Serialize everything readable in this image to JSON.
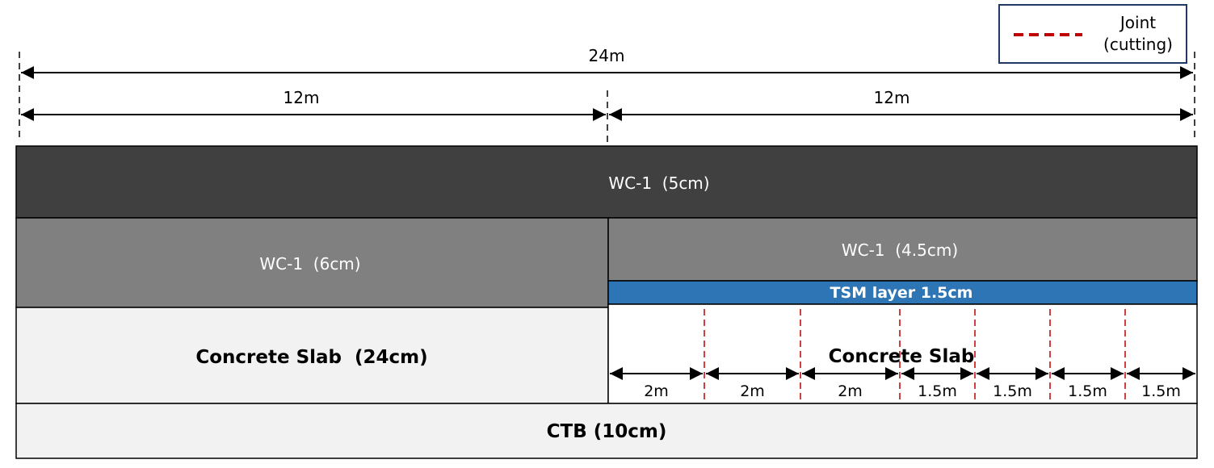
{
  "legend": {
    "joint_label_line1": "Joint",
    "joint_label_line2": "(cutting)",
    "joint_color": "#c00000"
  },
  "dimensions": {
    "total": "24m",
    "left_half": "12m",
    "right_half": "12m"
  },
  "layers": {
    "top_wearing": "WC-1  (5cm)",
    "left_wearing": "WC-1  (6cm)",
    "right_wearing": "WC-1  (4.5cm)",
    "tsm": "TSM layer 1.5cm",
    "left_slab": "Concrete Slab  (24cm)",
    "right_slab": "Concrete Slab",
    "ctb": "CTB (10cm)"
  },
  "segments": [
    "2m",
    "2m",
    "2m",
    "1.5m",
    "1.5m",
    "1.5m",
    "1.5m"
  ],
  "colors": {
    "top_wearing": "#404040",
    "mid_wearing": "#808080",
    "tsm": "#2e75b6",
    "slab": "#f2f2f2",
    "outline": "#000000"
  }
}
